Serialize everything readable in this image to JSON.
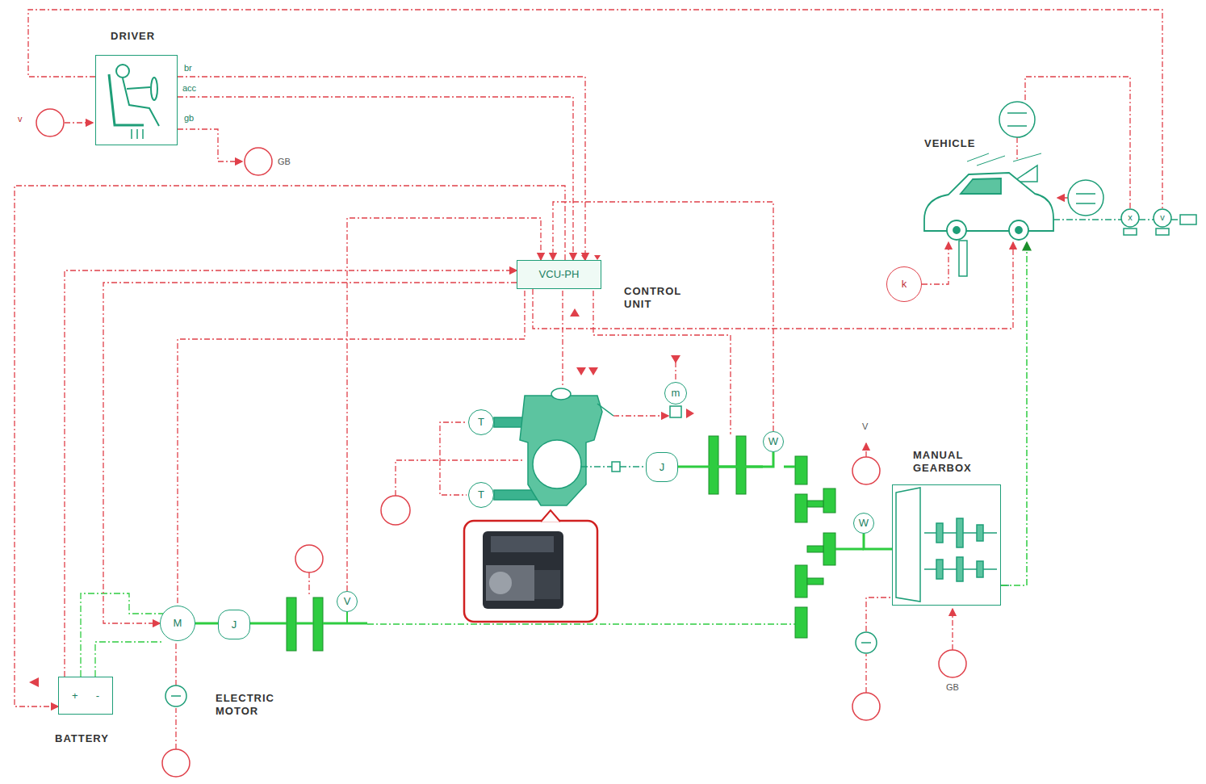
{
  "diagram": {
    "nodes": [
      {
        "text": [
          "DRIVER"
        ]
      },
      {
        "text": [
          "VCU-PH",
          "CONTROL UNIT"
        ]
      },
      {
        "text": [
          "VEHICLE"
        ]
      },
      {
        "text": [
          "k"
        ]
      },
      {
        "text": [
          "T"
        ]
      },
      {
        "text": [
          "T"
        ]
      },
      {
        "text": [
          "m"
        ]
      },
      {
        "text": [
          "J"
        ]
      },
      {
        "text": [
          "W"
        ]
      },
      {
        "text": [
          "MANUAL GEARBOX"
        ]
      },
      {
        "text": [
          "W"
        ]
      },
      {
        "text": [
          "+",
          "-",
          "BATTERY"
        ]
      },
      {
        "text": [
          "M",
          "ELECTRIC MOTOR"
        ]
      },
      {
        "text": [
          "J"
        ]
      },
      {
        "text": [
          "V"
        ]
      }
    ],
    "edges": [
      {
        "from": 0,
        "to": 1,
        "arrow": "to"
      },
      {
        "from": 0,
        "to": 1,
        "arrow": "to"
      },
      {
        "from": 1,
        "to": 11,
        "arrow": "to"
      },
      {
        "from": 11,
        "to": 1,
        "arrow": "to"
      },
      {
        "from": 1,
        "to": 12,
        "arrow": "to"
      },
      {
        "from": 14,
        "to": 1,
        "arrow": "to"
      },
      {
        "from": 1,
        "to": 2,
        "arrow": "to"
      },
      {
        "from": 3,
        "to": 2,
        "arrow": "to"
      },
      {
        "from": 8,
        "to": 1,
        "arrow": "to"
      },
      {
        "from": 7,
        "to": 8,
        "arrow": "none"
      },
      {
        "from": 12,
        "to": 13,
        "arrow": "none"
      },
      {
        "from": 10,
        "to": 9,
        "arrow": "none"
      },
      {
        "from": 9,
        "to": 2,
        "arrow": "to"
      }
    ],
    "labels": [
      "v",
      "br",
      "acc",
      "gb",
      "GB",
      "x",
      "v",
      "V",
      "GB"
    ]
  }
}
